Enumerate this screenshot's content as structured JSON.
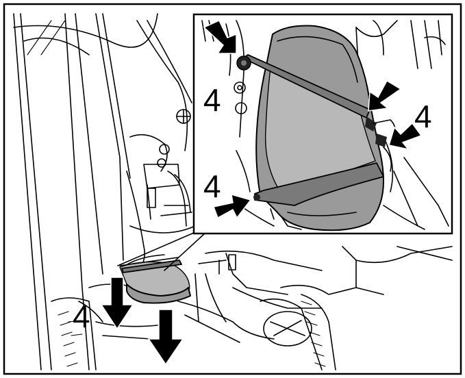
{
  "callouts": {
    "left_of_top_bolt": "4",
    "right_top": "4",
    "left_lower": "4",
    "bottom_left": "4"
  }
}
